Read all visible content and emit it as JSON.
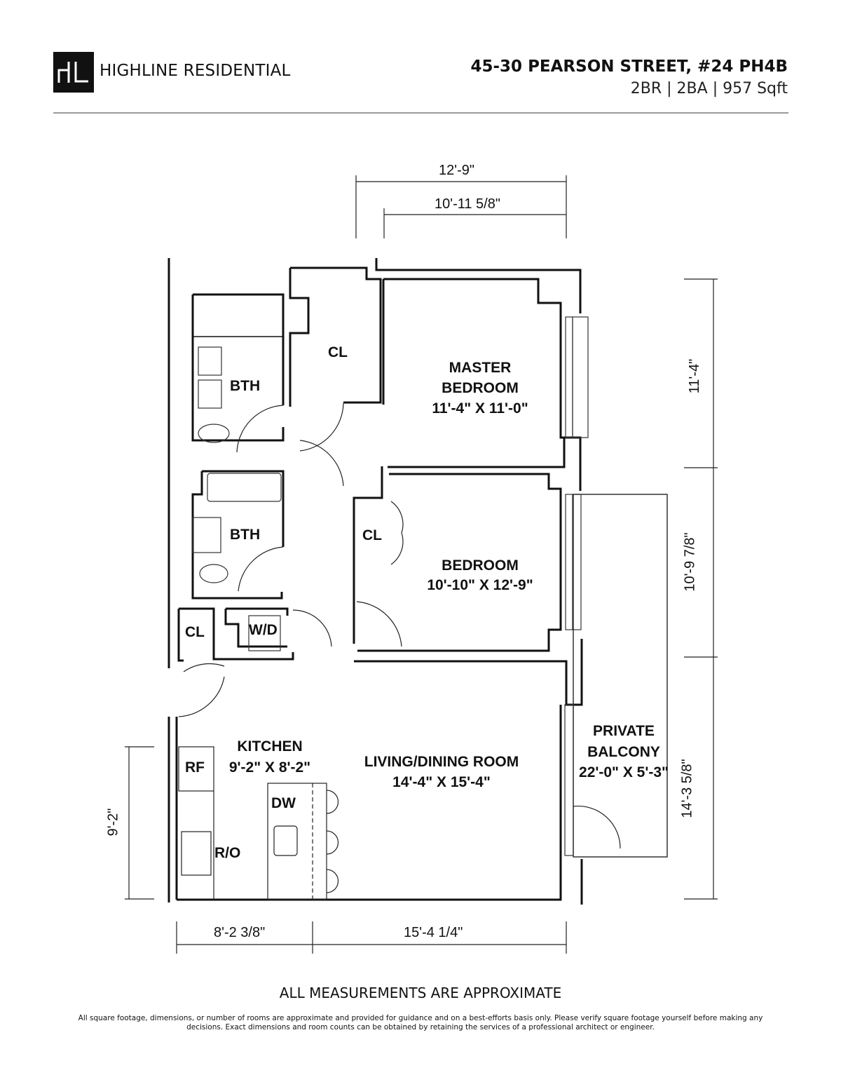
{
  "header": {
    "logo_mark": "HL",
    "brand": "HIGHLINE RESIDENTIAL",
    "address": "45-30 PEARSON STREET, #24 PH4B",
    "specs": "2BR | 2BA | 957 Sqft"
  },
  "rooms": {
    "closet_top": {
      "name": "CL"
    },
    "bath_1": {
      "name": "BTH"
    },
    "master_bedroom": {
      "name_line1": "MASTER",
      "name_line2": "BEDROOM",
      "size": "11'-4\" X 11'-0\""
    },
    "bath_2": {
      "name": "BTH"
    },
    "bedroom_closet": {
      "name": "CL"
    },
    "bedroom": {
      "name": "BEDROOM",
      "size": "10'-10\" X 12'-9\""
    },
    "entry_closet": {
      "name": "CL"
    },
    "laundry": {
      "name": "W/D"
    },
    "kitchen": {
      "name": "KITCHEN",
      "size": "9'-2\" X 8'-2\""
    },
    "living_dining": {
      "name": "LIVING/DINING ROOM",
      "size": "14'-4\" X 15'-4\""
    },
    "balcony": {
      "name_line1": "PRIVATE",
      "name_line2": "BALCONY",
      "size": "22'-0\" X 5'-3\""
    }
  },
  "appliances": {
    "refrigerator": "RF",
    "range_oven": "R/O",
    "dishwasher": "DW"
  },
  "dimensions": {
    "top_overall": "12'-9\"",
    "top_inner": "10'-11 5/8\"",
    "right_upper": "11'-4\"",
    "right_middle": "10'-9 7/8\"",
    "right_lower": "14'-3 5/8\"",
    "left_kitchen": "9'-2\"",
    "bottom_left": "8'-2 3/8\"",
    "bottom_right": "15'-4 1/4\""
  },
  "footer": {
    "note": "ALL MEASUREMENTS ARE APPROXIMATE",
    "disclaimer": "All square footage, dimensions, or number of rooms are approximate and provided for guidance and on a best-efforts basis only. Please verify square footage yourself before making any decisions. Exact dimensions and room counts can be obtained by retaining the services of a professional architect or engineer."
  }
}
